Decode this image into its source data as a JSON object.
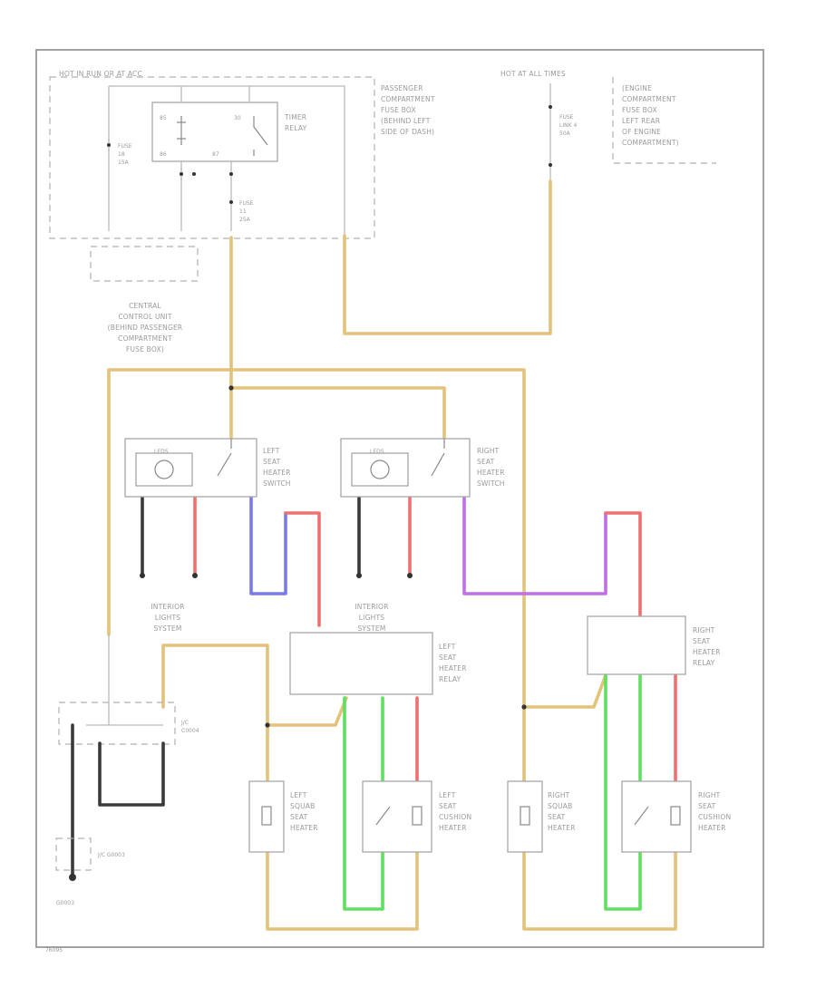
{
  "labels": {
    "hot_in_run": "HOT IN RUN OR AT ACC",
    "passenger_fuse_box": [
      "PASSENGER",
      "COMPARTMENT",
      "FUSE BOX",
      "(BEHIND LEFT",
      "SIDE OF DASH)"
    ],
    "timer_relay": [
      "TIMER",
      "RELAY"
    ],
    "fuse_left": [
      "FUSE",
      "18",
      "15A"
    ],
    "fuse_mid": [
      "FUSE",
      "11",
      "25A"
    ],
    "hot_at_all_times": "HOT AT ALL TIMES",
    "fuse_right": [
      "FUSE",
      "LINK 4",
      "50A"
    ],
    "engine_fuse_box": [
      "(ENGINE",
      "COMPARTMENT",
      "FUSE BOX",
      "LEFT REAR",
      "OF ENGINE",
      "COMPARTMENT)"
    ],
    "central_control_unit": [
      "CENTRAL",
      "CONTROL UNIT",
      "(BEHIND PASSENGER",
      "COMPARTMENT",
      "FUSE BOX)"
    ],
    "left_switch": [
      "LEFT",
      "SEAT",
      "HEATER",
      "SWITCH"
    ],
    "right_switch": [
      "RIGHT",
      "SEAT",
      "HEATER",
      "SWITCH"
    ],
    "interior_lights_left": [
      "INTERIOR",
      "LIGHTS",
      "SYSTEM"
    ],
    "interior_lights_mid": [
      "INTERIOR",
      "LIGHTS",
      "SYSTEM"
    ],
    "left_relay": [
      "LEFT",
      "SEAT",
      "HEATER",
      "RELAY"
    ],
    "right_relay": [
      "RIGHT",
      "SEAT",
      "HEATER",
      "RELAY"
    ],
    "jc_connector": [
      "J/C",
      "C0004"
    ],
    "jc_ground": "J/C G0003",
    "ground": "G0003",
    "left_squab": [
      "LEFT",
      "SQUAB",
      "SEAT",
      "HEATER"
    ],
    "left_cushion": [
      "LEFT",
      "SEAT",
      "CUSHION",
      "HEATER"
    ],
    "right_squab": [
      "RIGHT",
      "SQUAB",
      "SEAT",
      "HEATER"
    ],
    "right_cushion": [
      "RIGHT",
      "SEAT",
      "CUSHION",
      "HEATER"
    ],
    "led": "LEDS",
    "relay_85": "85",
    "relay_30": "30",
    "relay_86": "86",
    "relay_87": "87",
    "diagram_code": "76095"
  },
  "colors": {
    "yellow_wire": "#e3c27a",
    "red_wire": "#f07070",
    "blue_wire": "#7a7ae8",
    "violet_wire": "#c070e6",
    "green_wire": "#60e060",
    "black_wire": "#3a3a3a",
    "gray_wire": "#b9b9b9"
  }
}
